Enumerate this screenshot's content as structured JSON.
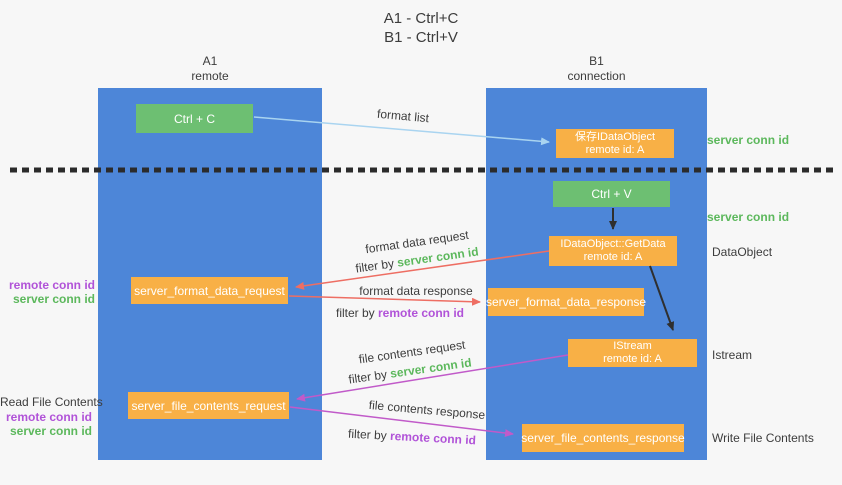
{
  "title": {
    "line1": "A1 - Ctrl+C",
    "line2": "B1 - Ctrl+V"
  },
  "lanes": {
    "left": {
      "name": "A1",
      "role": "remote"
    },
    "right": {
      "name": "B1",
      "role": "connection"
    }
  },
  "nodes": {
    "ctrl_c": "Ctrl + C",
    "ctrl_v": "Ctrl + V",
    "save_dataobject": {
      "line1": "保存IDataObject",
      "line2": "remote id: A"
    },
    "getdata": {
      "line1": "IDataObject::GetData",
      "line2": "remote id: A"
    },
    "istream": {
      "line1": "IStream",
      "line2": "remote id: A"
    },
    "format_request": "server_format_data_request",
    "format_response": "server_format_data_response",
    "file_request": "server_file_contents_request",
    "file_response": "server_file_contents_response"
  },
  "edge_labels": {
    "format_list": "format list",
    "format_data_request": "format data request",
    "format_data_request_filter": {
      "prefix": "filter by ",
      "key": "server conn id"
    },
    "format_data_response": "format data response",
    "format_data_response_filter": {
      "prefix": "filter by ",
      "key": "remote conn id"
    },
    "file_contents_request": "file contents request",
    "file_contents_request_filter": {
      "prefix": "filter by ",
      "key": "server conn id"
    },
    "file_contents_response": "file contents response",
    "file_contents_response_filter": {
      "prefix": "filter by ",
      "key": "remote conn id"
    }
  },
  "annotations": {
    "server_conn_id_top": "server conn id",
    "server_conn_id_mid": "server conn id",
    "dataobject": "DataObject",
    "istream": "Istream",
    "write_file_contents": "Write File Contents",
    "read_file_contents": "Read File Contents",
    "format_remote_conn_id": "remote conn id",
    "format_server_conn_id": "server conn id",
    "file_remote_conn_id": "remote conn id",
    "file_server_conn_id": "server conn id"
  },
  "colors": {
    "background": "#f7f7f7",
    "lane_blue": "#4d86d8",
    "node_green": "#6dbf72",
    "node_orange": "#f8b046",
    "text_green": "#5cb85c",
    "text_purple": "#b153d8",
    "arrow_red": "#ee6e63",
    "arrow_magenta": "#c15ac9",
    "arrow_light_blue": "#a9d4f0",
    "arrow_black": "#2f2f2f",
    "divider_black": "#2b2b2b"
  }
}
